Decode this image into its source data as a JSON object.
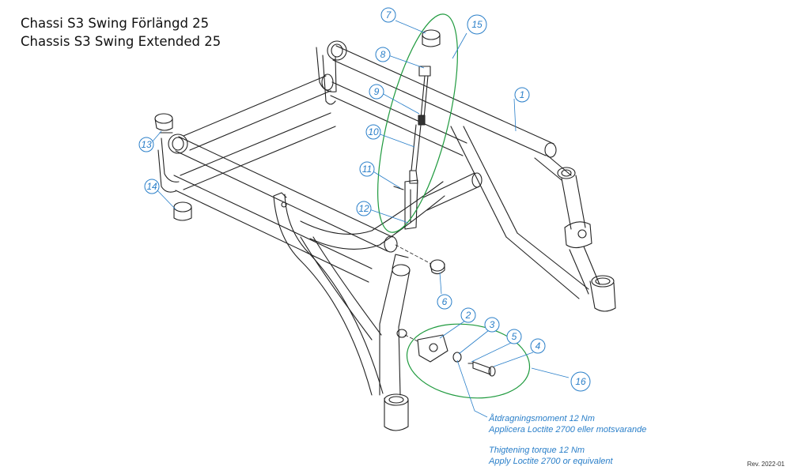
{
  "title": {
    "line1": "Chassi S3 Swing Förlängd 25",
    "line2": "Chassis S3 Swing Extended 25"
  },
  "notes": {
    "sv_line1": "Åtdragningsmoment 12 Nm",
    "sv_line2": "Applicera Loctite 2700 eller motsvarande",
    "en_line1": "Thigtening torque 12 Nm",
    "en_line2": "Apply Loctite 2700 or equivalent"
  },
  "revision": "Rev. 2022-01",
  "colors": {
    "callout": "#2a7fc9",
    "group_ellipse": "#1f9a3e",
    "line_art": "#222222"
  },
  "balloons": [
    "1",
    "2",
    "3",
    "4",
    "5",
    "6",
    "7",
    "8",
    "9",
    "10",
    "11",
    "12",
    "13",
    "14",
    "15",
    "16"
  ]
}
